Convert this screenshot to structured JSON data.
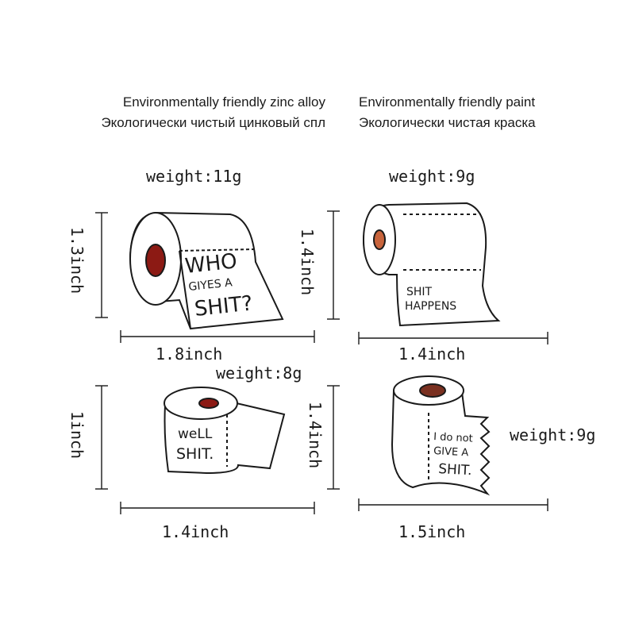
{
  "header": {
    "left": {
      "en": "Environmentally friendly zinc alloy",
      "ru": "Экологически чистый цинковый спл"
    },
    "right": {
      "en": "Environmentally friendly paint",
      "ru": "Экологически чистая краска"
    }
  },
  "products": [
    {
      "weight": "weight:11g",
      "height": "1.3inch",
      "width": "1.8inch",
      "text": [
        "WHO",
        "GIYES A",
        "SHIT?"
      ]
    },
    {
      "weight": "weight:9g",
      "height": "1.4inch",
      "width": "1.4inch",
      "text": [
        "SHIT",
        "HAPPENS"
      ]
    },
    {
      "weight": "weight:8g",
      "height": "1inch",
      "width": "1.4inch",
      "text": [
        "weLL",
        "SHIT."
      ]
    },
    {
      "weight": "weight:9g",
      "height": "1.4inch",
      "width": "1.5inch",
      "text": [
        "I do not",
        "GIVE A",
        "SHIT."
      ]
    }
  ],
  "colors": {
    "outline": "#1a1a1a",
    "core": "#8c1a14",
    "core_orange": "#c8643c",
    "core_brown": "#7a3020"
  }
}
